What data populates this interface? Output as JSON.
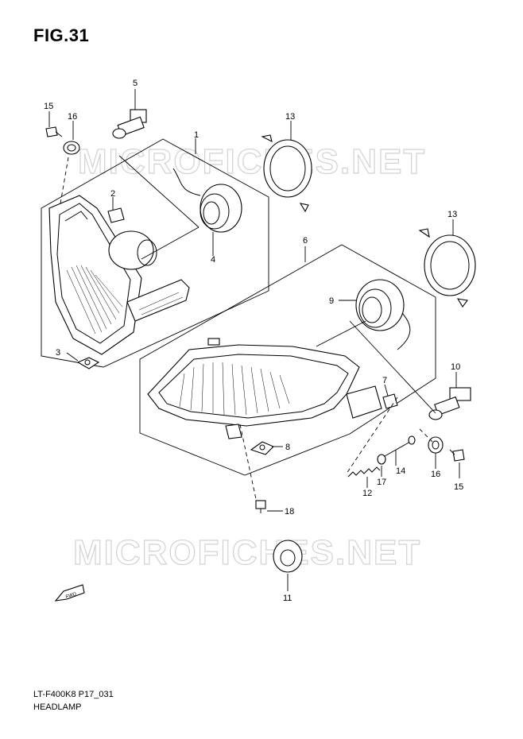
{
  "figure": {
    "title": "FIG.31",
    "watermark": "MICROFICHES.NET",
    "model_code": "LT-F400K8 P17_031",
    "section_name": "HEADLAMP",
    "fwd_label": "FWD"
  },
  "callouts": [
    {
      "id": "c1",
      "text": "1"
    },
    {
      "id": "c2",
      "text": "2"
    },
    {
      "id": "c3",
      "text": "3"
    },
    {
      "id": "c4",
      "text": "4"
    },
    {
      "id": "c5",
      "text": "5"
    },
    {
      "id": "c6",
      "text": "6"
    },
    {
      "id": "c7",
      "text": "7"
    },
    {
      "id": "c8",
      "text": "8"
    },
    {
      "id": "c9",
      "text": "9"
    },
    {
      "id": "c10",
      "text": "10"
    },
    {
      "id": "c11",
      "text": "11"
    },
    {
      "id": "c12",
      "text": "12"
    },
    {
      "id": "c13a",
      "text": "13"
    },
    {
      "id": "c13b",
      "text": "13"
    },
    {
      "id": "c14",
      "text": "14"
    },
    {
      "id": "c15a",
      "text": "15"
    },
    {
      "id": "c15b",
      "text": "15"
    },
    {
      "id": "c16a",
      "text": "16"
    },
    {
      "id": "c16b",
      "text": "16"
    },
    {
      "id": "c17",
      "text": "17"
    },
    {
      "id": "c18",
      "text": "18"
    }
  ]
}
